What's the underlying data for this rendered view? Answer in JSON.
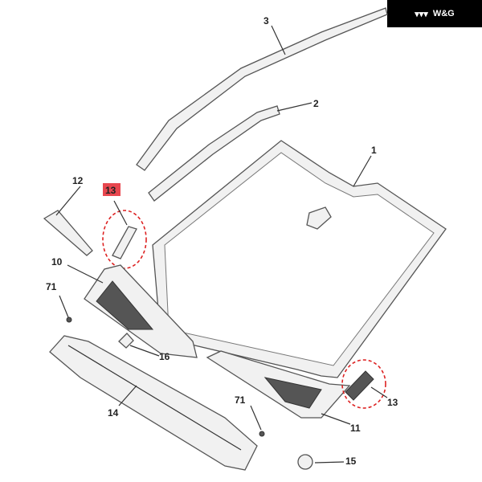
{
  "logo": {
    "text": "W&G"
  },
  "callouts": {
    "c1": "1",
    "c2": "2",
    "c3": "3",
    "c10": "10",
    "c11": "11",
    "c12": "12",
    "c13_highlighted": "13",
    "c13": "13",
    "c14": "14",
    "c15": "15",
    "c16": "16",
    "c71_left": "71",
    "c71_right": "71"
  },
  "colors": {
    "highlight": "#e8474f",
    "circle": "#dd2222"
  }
}
